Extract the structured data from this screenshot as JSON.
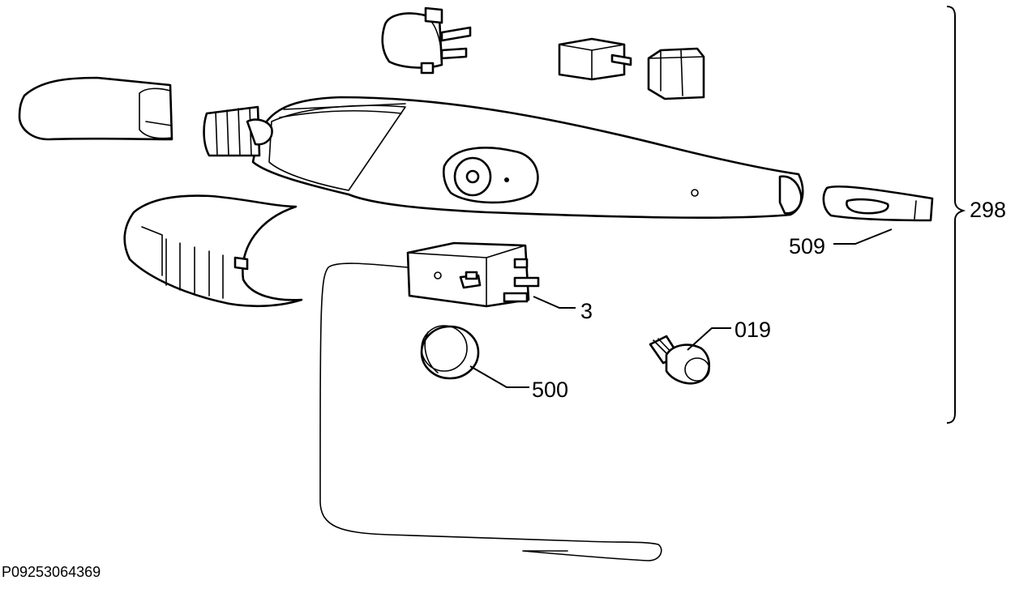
{
  "callouts": {
    "assembly": "298",
    "end_cap": "509",
    "thermostat": "3",
    "knob_ring": "500",
    "lamp": "019"
  },
  "document_id": "P09253064369",
  "colors": {
    "line": "#000000",
    "background": "#ffffff"
  }
}
